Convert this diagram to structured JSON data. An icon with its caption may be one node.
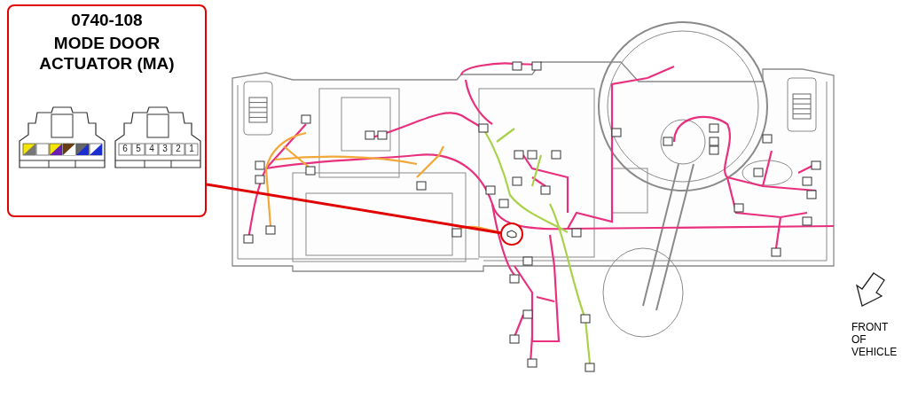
{
  "diagram": {
    "nodes": [
      {
        "text": [
          "0740-108",
          "MODE DOOR ACTUATOR (MA)"
        ]
      },
      {
        "text": [],
        "shape": "circle"
      }
    ],
    "edges": [
      {
        "from": 0,
        "to": 1,
        "arrow": "none",
        "color": "#e00000"
      }
    ],
    "labels": [
      "6",
      "5",
      "4",
      "3",
      "2",
      "1",
      "FRONT OF VEHICLE"
    ]
  }
}
